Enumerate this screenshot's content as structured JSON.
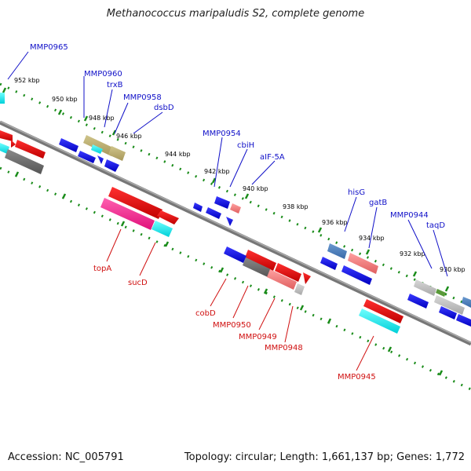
{
  "title": "Methanococcus maripaludis S2, complete genome",
  "footer": {
    "accession": "Accession: NC_005791",
    "topology": "Topology: circular; Length: 1,661,137 bp; Genes: 1,772"
  },
  "colors": {
    "forward_label": "#1010c8",
    "reverse_label": "#d01010",
    "backbone": "#7a7a7a",
    "ruler": "#1a8c1a"
  },
  "kbp_ticks": [
    "952 kbp",
    "950 kbp",
    "948 kbp",
    "946 kbp",
    "944 kbp",
    "942 kbp",
    "940 kbp",
    "938 kbp",
    "936 kbp",
    "934 kbp",
    "932 kbp",
    "930 kbp"
  ],
  "forward_gene_labels": [
    "MMP0965",
    "MMP0960",
    "trxB",
    "MMP0958",
    "dsbD",
    "MMP0954",
    "cbiH",
    "aIF-5A",
    "hisG",
    "gatB",
    "MMP0944",
    "taqD"
  ],
  "reverse_gene_labels": [
    "topA",
    "sucD",
    "cobD",
    "MMP0950",
    "MMP0949",
    "MMP0948",
    "MMP0945"
  ]
}
